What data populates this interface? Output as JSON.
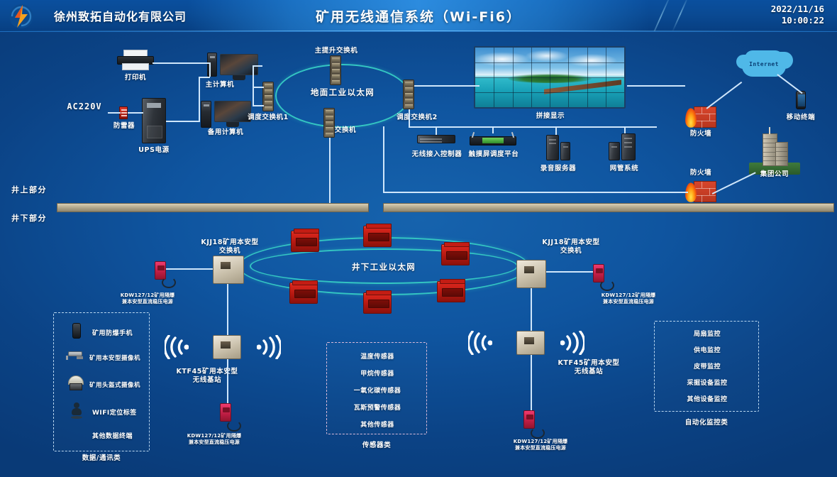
{
  "header": {
    "company": "徐州致拓自动化有限公司",
    "title": "矿用无线通信系统（Wi-Fi6）",
    "date": "2022/11/16",
    "time": "10:00:22",
    "logo_icon": "company-logo-icon"
  },
  "colors": {
    "background": "#0d4f94",
    "header": "#0a4a93",
    "ring_teal": "#34c6c2",
    "wire": "#cfe6fb",
    "label_text": "#ffffff",
    "seam": "#b5ab90",
    "redbox": "#b01710",
    "panel_border": "#b9d6ef",
    "panel_border_pink": "#d8b9d8"
  },
  "surface": {
    "section_label_up": "井上部分",
    "section_label_down": "井下部分",
    "nodes": {
      "printer": "打印机",
      "main_computer": "主计算机",
      "ac_power": "AC220V",
      "surge_protector": "防雷器",
      "ups": "UPS电源",
      "backup_computer": "备用计算机",
      "dispatch_switch_1": "调度交换机1",
      "dispatch_switch_2": "调度交换机2",
      "main_hoist_switch": "主提升交换机",
      "switch": "交换机",
      "ground_ethernet": "地面工业以太网",
      "video_wall": "拼接显示",
      "wireless_ac": "无线接入控制器",
      "touch_dispatch_console": "触摸屏调度平台",
      "recording_server": "录音服务器",
      "network_management": "网管系统",
      "firewall_1": "防火墙",
      "firewall_2": "防火墙",
      "internet": "Internet",
      "mobile_terminal": "移动终端",
      "group_company": "集团公司"
    }
  },
  "underground": {
    "ethernet_ring": "井下工业以太网",
    "switch_left": "KJJ18矿用本安型\n交换机",
    "switch_right": "KJJ18矿用本安型\n交换机",
    "power_supply_1": "KDW127/12矿用隔爆\n兼本安型直流稳压电源",
    "power_supply_2": "KDW127/12矿用隔爆\n兼本安型直流稳压电源",
    "power_supply_3": "KDW127/12矿用隔爆\n兼本安型直流稳压电源",
    "power_supply_4": "KDW127/12矿用隔爆\n兼本安型直流稳压电源",
    "base_station_left": "KTF45矿用本安型\n无线基站",
    "base_station_right": "KTF45矿用本安型\n无线基站"
  },
  "panel_data": {
    "title": "数据/通讯类",
    "items": [
      {
        "icon": "explosion-proof-phone-icon",
        "label": "矿用防爆手机"
      },
      {
        "icon": "intrinsically-safe-camera-icon",
        "label": "矿用本安型摄像机"
      },
      {
        "icon": "helmet-camera-icon",
        "label": "矿用头盔式摄像机"
      },
      {
        "icon": "wifi-location-tag-icon",
        "label": "WIFI定位标签"
      },
      {
        "icon": "other-terminal-icon",
        "label": "其他数据终端"
      }
    ]
  },
  "panel_sensors": {
    "title": "传感器类",
    "items": [
      "温度传感器",
      "甲烷传感器",
      "一氧化碳传感器",
      "瓦斯预警传感器",
      "其他传感器"
    ]
  },
  "panel_automation": {
    "title": "自动化监控类",
    "items": [
      "局扇监控",
      "供电监控",
      "皮带监控",
      "采掘设备监控",
      "其他设备监控"
    ]
  }
}
